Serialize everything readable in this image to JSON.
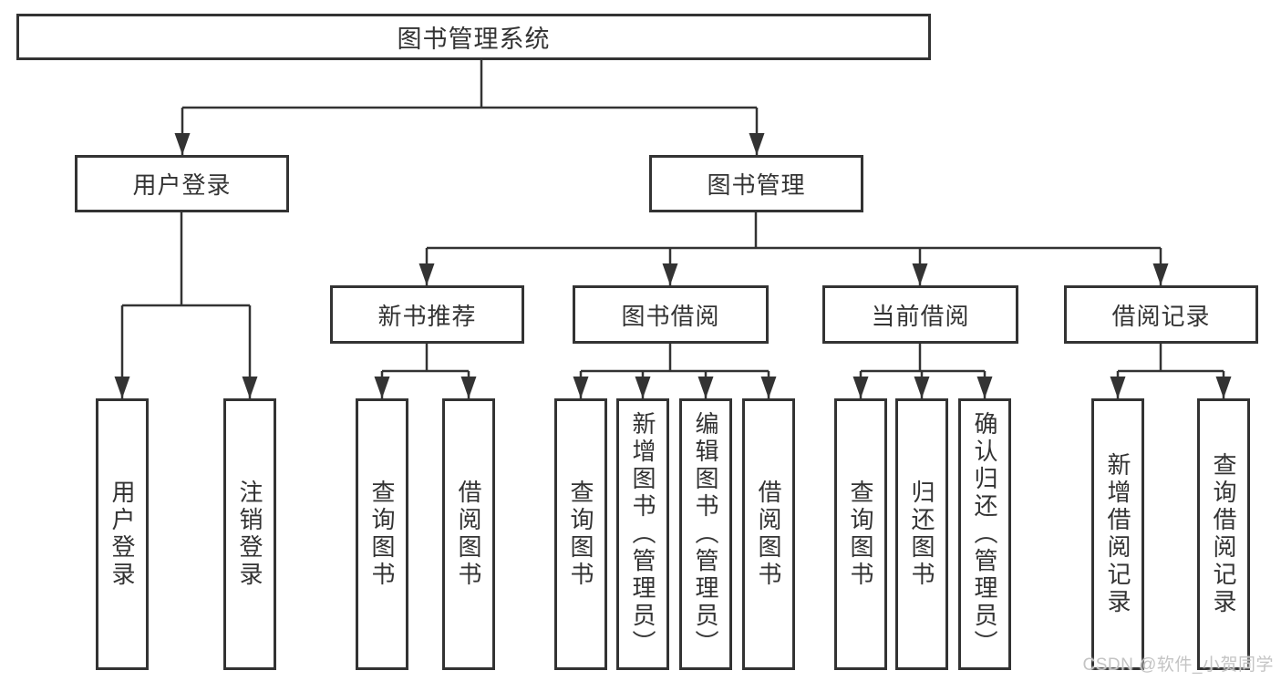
{
  "watermark": "CSDN @软件_小贺同学",
  "colors": {
    "line": "#333333",
    "text": "#333333",
    "box_background": "#ffffff",
    "watermark": "#c4c4c4",
    "background": "#ffffff"
  },
  "tree": {
    "root": {
      "label": "图书管理系统"
    },
    "branches": [
      {
        "label": "用户登录",
        "children": [
          {
            "label": "用户登录"
          },
          {
            "label": "注销登录"
          }
        ]
      },
      {
        "label": "图书管理",
        "sections": [
          {
            "label": "新书推荐",
            "children": [
              {
                "label": "查询图书"
              },
              {
                "label": "借阅图书"
              }
            ]
          },
          {
            "label": "图书借阅",
            "children": [
              {
                "label": "查询图书"
              },
              {
                "label": "新增图书（管理员）"
              },
              {
                "label": "编辑图书（管理员）"
              },
              {
                "label": "借阅图书"
              }
            ]
          },
          {
            "label": "当前借阅",
            "children": [
              {
                "label": "查询图书"
              },
              {
                "label": "归还图书"
              },
              {
                "label": "确认归还（管理员）"
              }
            ]
          },
          {
            "label": "借阅记录",
            "children": [
              {
                "label": "新增借阅记录"
              },
              {
                "label": "查询借阅记录"
              }
            ]
          }
        ]
      }
    ]
  }
}
